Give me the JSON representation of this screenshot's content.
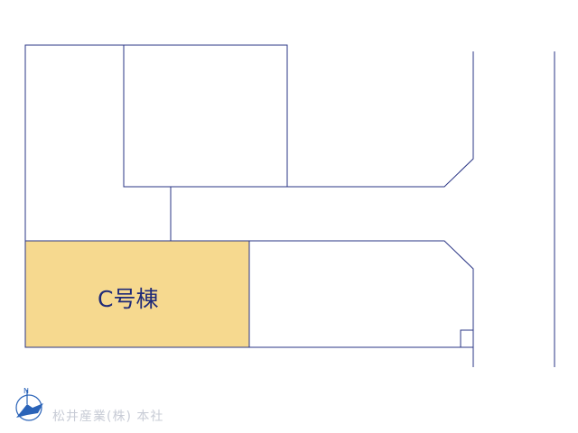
{
  "map": {
    "lot_label": "C号棟",
    "highlight_color": "#f6d98f",
    "line_color": "#2a3585",
    "label_color": "#1f2a78"
  },
  "compass": {
    "north_label": "N",
    "icon": "north-arrow-icon"
  },
  "footer": {
    "company": "松井産業(株) 本社"
  }
}
